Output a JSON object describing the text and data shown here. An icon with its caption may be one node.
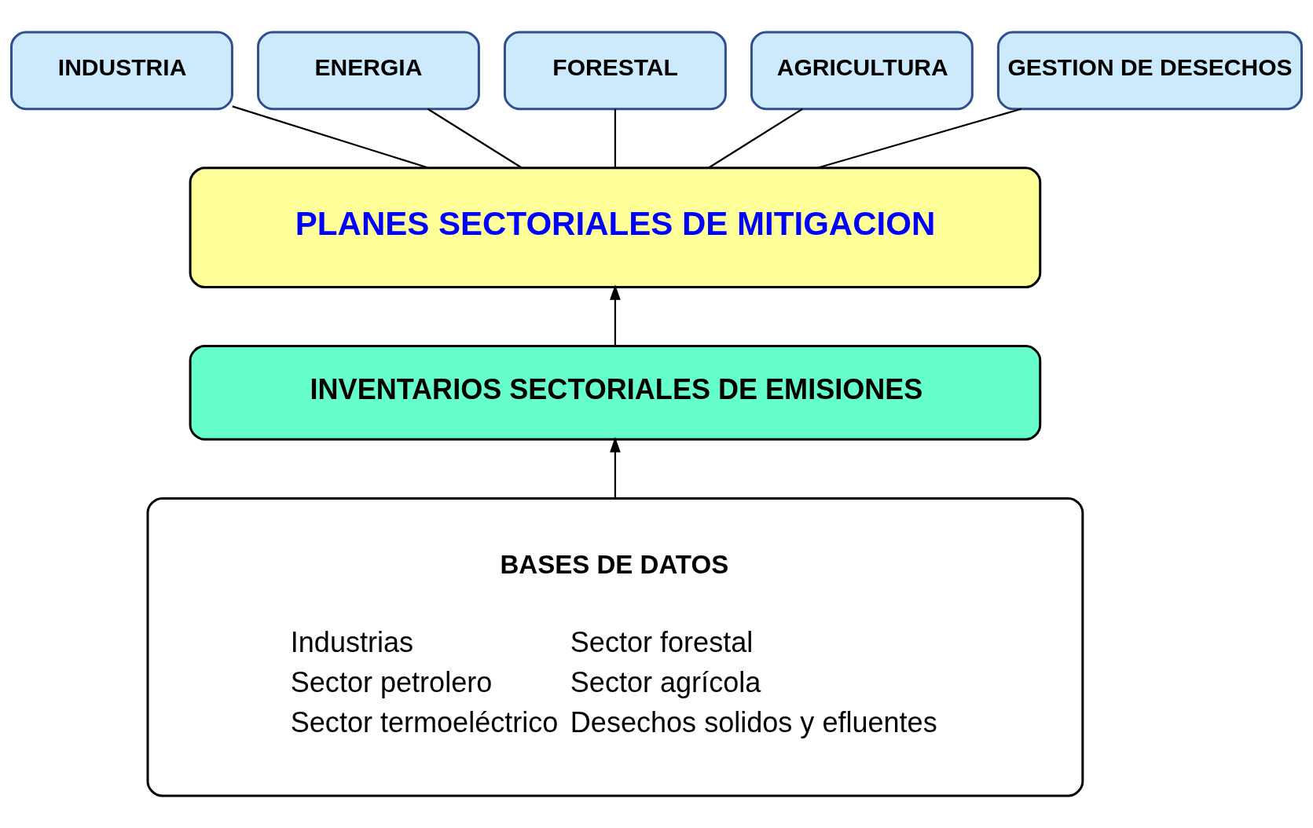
{
  "diagram": {
    "nodes": [
      {
        "text": [
          "INDUSTRIA"
        ]
      },
      {
        "text": [
          "ENERGIA"
        ]
      },
      {
        "text": [
          "FORESTAL"
        ]
      },
      {
        "text": [
          "AGRICULTURA"
        ]
      },
      {
        "text": [
          "GESTION DE DESECHOS"
        ]
      },
      {
        "text": [
          "PLANES SECTORIALES DE MITIGACION"
        ]
      },
      {
        "text": [
          "INVENTARIOS SECTORIALES DE EMISIONES"
        ]
      },
      {
        "text": [
          "BASES DE DATOS",
          "Industrias",
          "Sector petrolero",
          "Sector termoeléctrico",
          "Sector forestal",
          "Sector agrícola",
          "Desechos solidos y efluentes"
        ]
      }
    ],
    "edges": [
      {
        "from": 5,
        "to": 0,
        "arrow": "none"
      },
      {
        "from": 5,
        "to": 1,
        "arrow": "none"
      },
      {
        "from": 5,
        "to": 2,
        "arrow": "none"
      },
      {
        "from": 5,
        "to": 3,
        "arrow": "none"
      },
      {
        "from": 5,
        "to": 4,
        "arrow": "none"
      },
      {
        "from": 6,
        "to": 5,
        "arrow": "to"
      },
      {
        "from": 7,
        "to": 6,
        "arrow": "to"
      }
    ]
  }
}
